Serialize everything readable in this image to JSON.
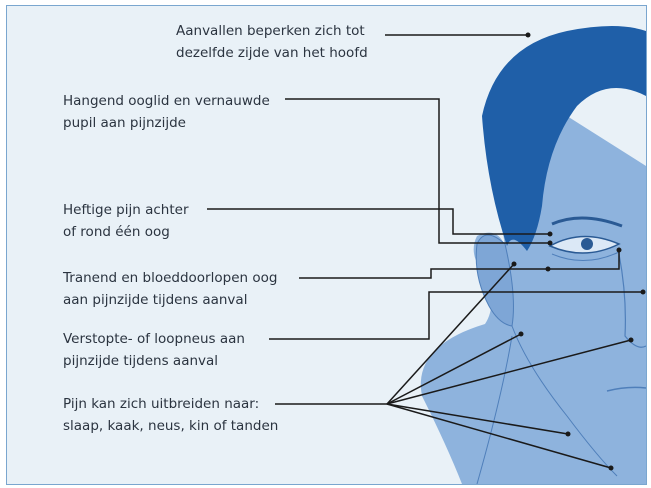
{
  "colors": {
    "background": "#e9f1f7",
    "frame_border": "#7aa6cf",
    "hair": "#1f5fa8",
    "skin": "#8eb3dd",
    "skin_shadow": "#6f98cb",
    "line": "#1a1a1a",
    "text": "#2b3440"
  },
  "labels": [
    {
      "id": "attacks-same-side",
      "lines": [
        "Aanvallen beperken zich tot",
        "dezelfde zijde van het hoofd"
      ]
    },
    {
      "id": "drooping-eyelid",
      "lines": [
        "Hangend ooglid en vernauwde",
        "pupil aan pijnzijde"
      ]
    },
    {
      "id": "severe-pain-eye",
      "lines": [
        "Heftige pijn achter",
        "of rond één oog"
      ]
    },
    {
      "id": "watery-red-eye",
      "lines": [
        "Tranend en bloeddoorlopen oog",
        "aan pijnzijde tijdens aanval"
      ]
    },
    {
      "id": "blocked-nose",
      "lines": [
        "Verstopte- of loopneus aan",
        "pijnzijde tijdens aanval"
      ]
    },
    {
      "id": "pain-spread",
      "lines": [
        "Pijn kan zich uitbreiden naar:",
        "slaap, kaak, neus, kin of tanden"
      ]
    }
  ]
}
